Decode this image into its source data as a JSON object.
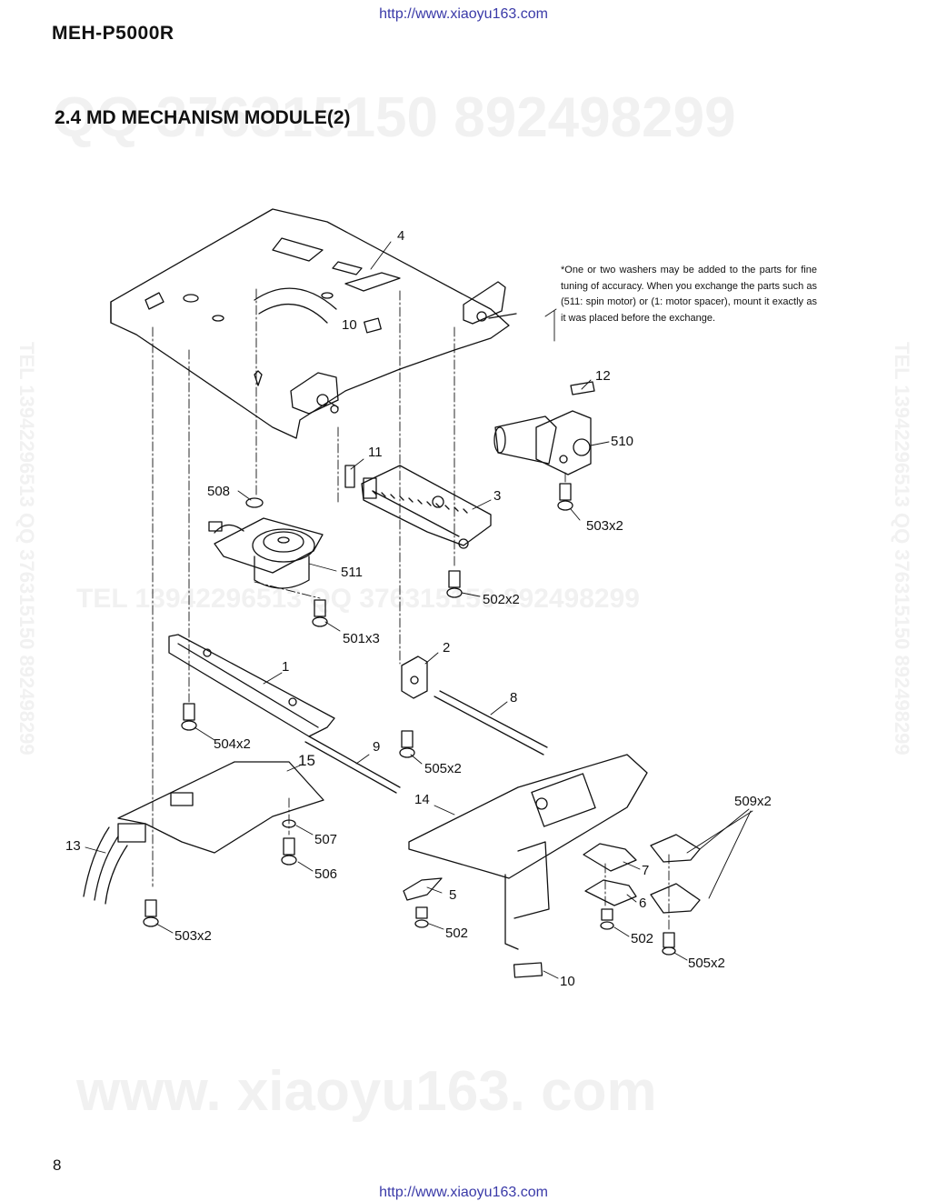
{
  "header": {
    "url_top": "http://www.xiaoyu163.com",
    "model": "MEH-P5000R",
    "section_title": "2.4 MD MECHANISM MODULE(2)"
  },
  "watermarks": {
    "top": "QQ 376315150   892498299",
    "middle": "TEL 13942296513   QQ 376315150  892498299",
    "bottom": "www. xiaoyu163. com",
    "left_vertical": "TEL 13942296513  QQ 376315150  892498299",
    "right_vertical": "TEL 13942296513  QQ 376315150  892498299"
  },
  "note": "*One or two washers may be added to the parts for fine tuning of accuracy. When you exchange the parts such as (511: spin motor) or (1: motor spacer), mount it exactly as it was placed before the exchange.",
  "callouts": [
    "4",
    "10",
    "12",
    "510",
    "11",
    "3",
    "508",
    "503x2",
    "511",
    "502x2",
    "501x3",
    "2",
    "1",
    "8",
    "504x2",
    "9",
    "505x2",
    "15",
    "14",
    "509x2",
    "507",
    "13",
    "506",
    "7",
    "5",
    "6",
    "503x2",
    "502",
    "502",
    "505x2",
    "10"
  ],
  "footer": {
    "page_number": "8",
    "url_bottom": "http://www.xiaoyu163.com"
  }
}
